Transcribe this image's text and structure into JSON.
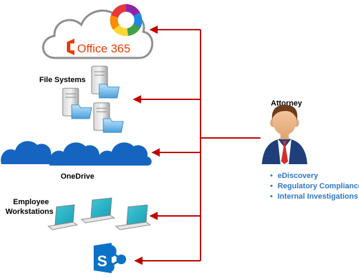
{
  "cloud": {
    "brand": "Office 365",
    "brand_color": "#eb3c00"
  },
  "sources": {
    "file_systems_label": "File Systems",
    "onedrive_label": "OneDrive",
    "workstations_label_line1": "Employee",
    "workstations_label_line2": "Workstations"
  },
  "attorney": {
    "label": "Attorney",
    "uses": [
      "eDiscovery",
      "Regulatory Compliance",
      "Internal Investigations"
    ]
  },
  "colors": {
    "connector": "#c00000",
    "bullet_text": "#2e78c6",
    "onedrive_blue": "#1565c0",
    "sharepoint_blue": "#0b72c5"
  }
}
